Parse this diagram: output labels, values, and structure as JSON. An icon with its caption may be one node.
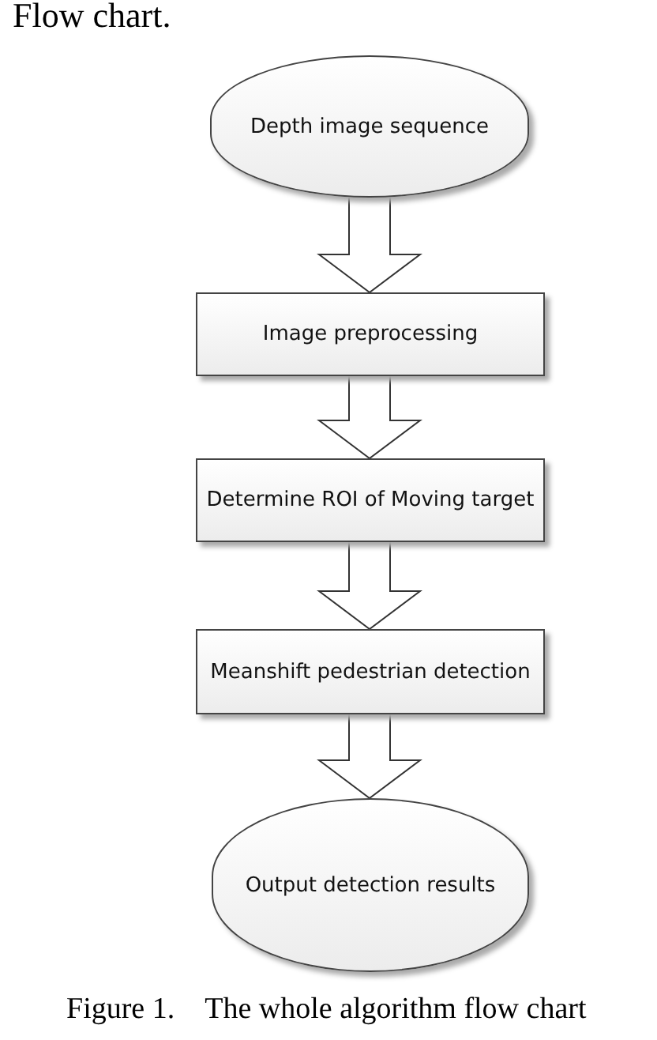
{
  "diagram": {
    "caption": "Figure 1. The whole algorithm flow chart",
    "nodes": [
      {
        "text": [
          "Depth image sequence"
        ]
      },
      {
        "text": [
          "Image preprocessing"
        ]
      },
      {
        "text": [
          "Determine ROI of Moving target"
        ]
      },
      {
        "text": [
          "Meanshift pedestrian detection"
        ]
      },
      {
        "text": [
          "Output detection results"
        ]
      }
    ],
    "edges": [
      {
        "from": 0,
        "to": 1,
        "arrow": "to"
      },
      {
        "from": 1,
        "to": 2,
        "arrow": "to"
      },
      {
        "from": 2,
        "to": 3,
        "arrow": "to"
      },
      {
        "from": 3,
        "to": 4,
        "arrow": "to"
      }
    ],
    "labels": [
      "Flow chart."
    ]
  }
}
